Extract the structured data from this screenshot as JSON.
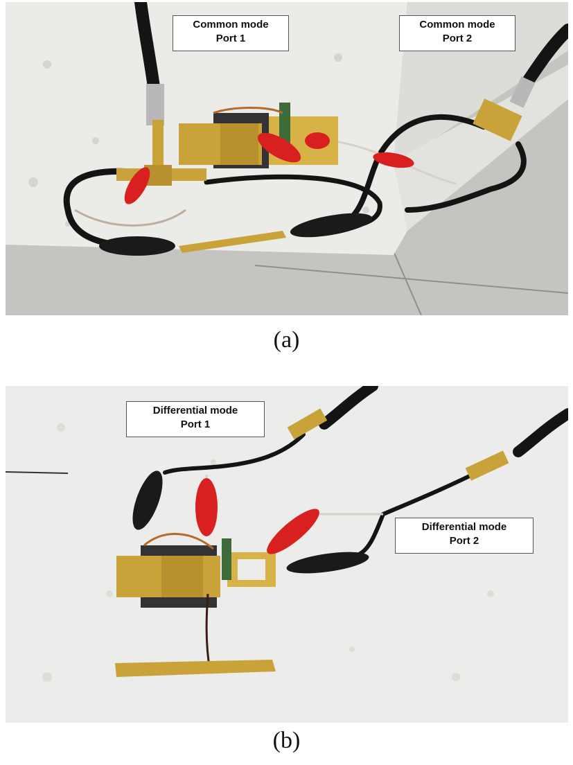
{
  "figure_a": {
    "caption": "(a)",
    "labels": {
      "port1_line1": "Common mode",
      "port1_line2": "Port 1",
      "port2_line1": "Common mode",
      "port2_line2": "Port 2"
    }
  },
  "figure_b": {
    "caption": "(b)",
    "labels": {
      "port1_line1": "Differential mode",
      "port1_line2": "Port 1",
      "port2_line1": "Differential mode",
      "port2_line2": "Port 2"
    }
  },
  "colors": {
    "foam": "#e9e9e6",
    "floor": "#c9c9c6",
    "brass": "#c9a33a",
    "clip_red": "#d92020",
    "clip_black": "#1a1a1a",
    "cable": "#141414"
  }
}
